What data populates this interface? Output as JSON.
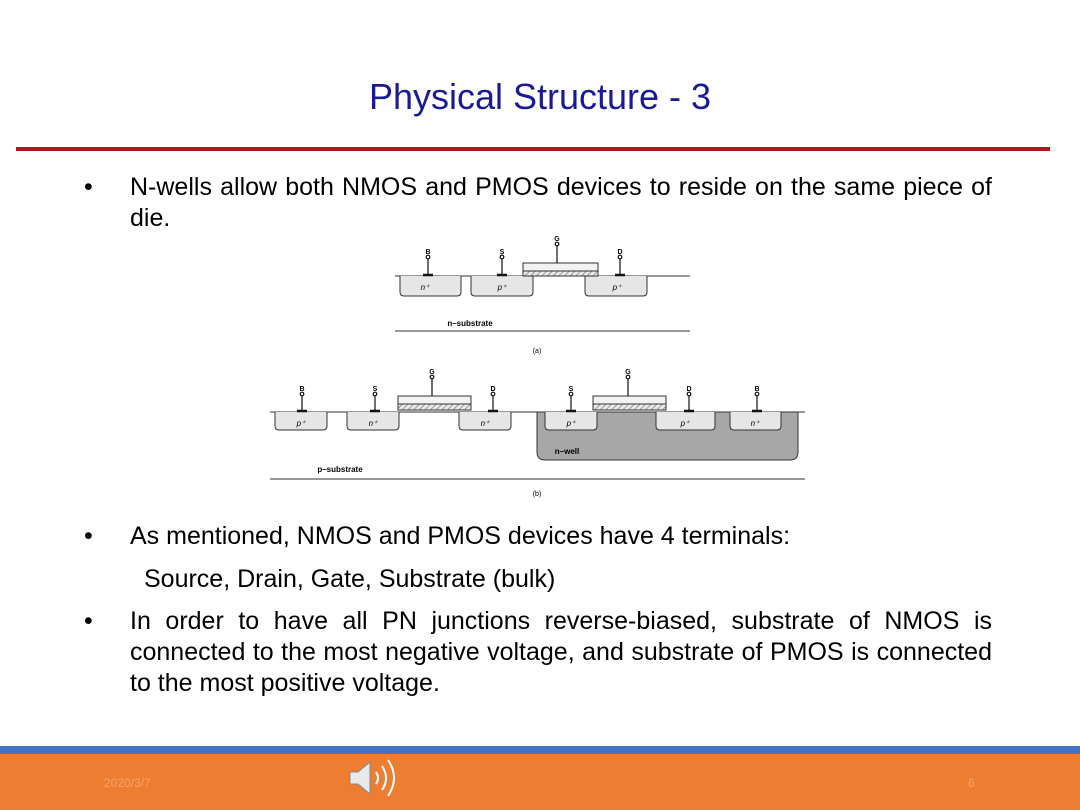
{
  "slide": {
    "title": "Physical Structure - 3",
    "bullets": [
      "N-wells allow both NMOS and PMOS devices to reside on the same piece of die.",
      "As mentioned, NMOS and PMOS devices have 4 terminals:",
      "In order to have all PN junctions reverse-biased, substrate of NMOS is connected to the most negative voltage, and substrate of PMOS is connected to the most positive voltage."
    ],
    "bullet2_sub": "Source, Drain, Gate, Substrate (bulk)",
    "bullet_symbol": "•"
  },
  "figure": {
    "a": {
      "terminals": [
        "B",
        "S",
        "G",
        "D"
      ],
      "regions": [
        "n⁺",
        "p⁺",
        "p⁺"
      ],
      "substrate_label": "n–substrate",
      "caption": "(a)"
    },
    "b": {
      "terminals": [
        "B",
        "S",
        "G",
        "D",
        "S",
        "G",
        "D",
        "B"
      ],
      "regions": [
        "p⁺",
        "n⁺",
        "n⁺",
        "p⁺",
        "p⁺",
        "n⁺"
      ],
      "well_label": "n–well",
      "substrate_label": "p–substrate",
      "caption": "(b)"
    }
  },
  "footer": {
    "date": "2020/3/7",
    "page": "6",
    "audio_icon": "speaker-icon"
  },
  "colors": {
    "title": "#1a1a99",
    "title_rule": "#a31f1f",
    "footer_blue": "#4472c4",
    "footer_orange": "#ed7d31"
  }
}
